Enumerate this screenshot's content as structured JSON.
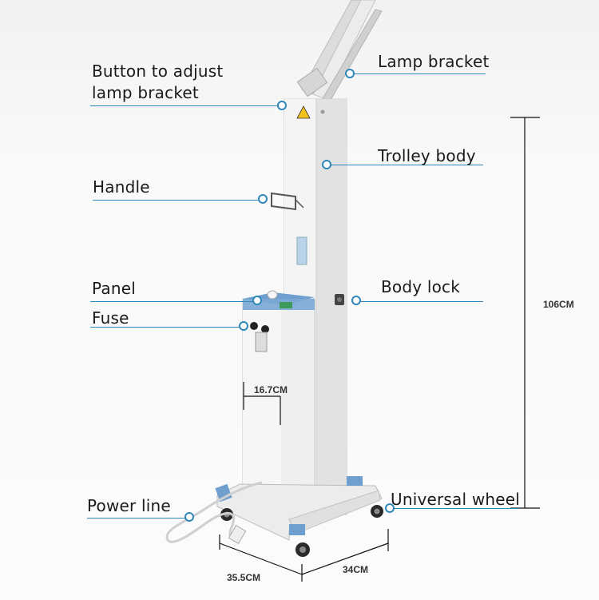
{
  "labels": {
    "button_line1": "Button to adjust",
    "button_line2": "lamp bracket",
    "lamp_bracket": "Lamp bracket",
    "trolley_body": "Trolley body",
    "handle": "Handle",
    "panel": "Panel",
    "body_lock": "Body lock",
    "fuse": "Fuse",
    "power_line": "Power line",
    "universal_wheel": "Universal wheel"
  },
  "dimensions": {
    "height": "106CM",
    "panel_width": "16.7CM",
    "base_width": "35.5CM",
    "base_depth": "34CM"
  },
  "colors": {
    "leader": "#2f86b8",
    "accent_blue": "#6f9fcf"
  }
}
